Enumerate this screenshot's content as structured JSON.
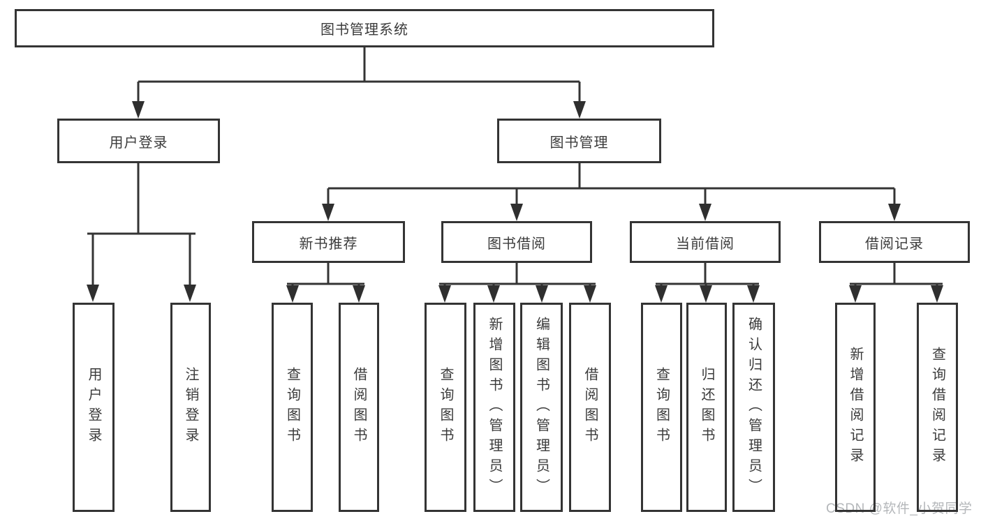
{
  "colors": {
    "line": "#343434",
    "text": "#3b3b3b",
    "background": "#ffffff",
    "watermark": "#b4b7ba"
  },
  "watermark": {
    "text": "CSDN @软件_小贺同学"
  },
  "diagram": {
    "root": {
      "label": "图书管理系统"
    },
    "branches": [
      {
        "label": "用户登录",
        "children": [
          {
            "label": "用户登录"
          },
          {
            "label": "注销登录"
          }
        ]
      },
      {
        "label": "图书管理",
        "children": [
          {
            "label": "新书推荐",
            "children": [
              {
                "label": "查询图书"
              },
              {
                "label": "借阅图书"
              }
            ]
          },
          {
            "label": "图书借阅",
            "children": [
              {
                "label": "查询图书"
              },
              {
                "label": "新增图书（管理员）"
              },
              {
                "label": "编辑图书（管理员）"
              },
              {
                "label": "借阅图书"
              }
            ]
          },
          {
            "label": "当前借阅",
            "children": [
              {
                "label": "查询图书"
              },
              {
                "label": "归还图书"
              },
              {
                "label": "确认归还（管理员）"
              }
            ]
          },
          {
            "label": "借阅记录",
            "children": [
              {
                "label": "新增借阅记录"
              },
              {
                "label": "查询借阅记录"
              }
            ]
          }
        ]
      }
    ]
  }
}
